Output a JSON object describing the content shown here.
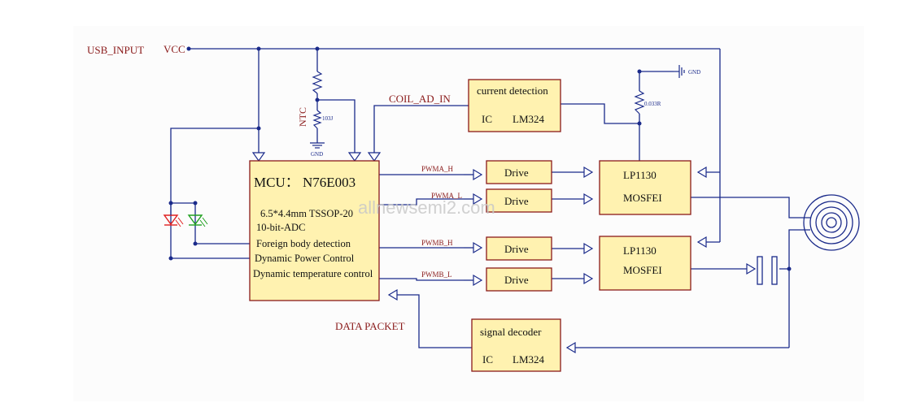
{
  "colors": {
    "wire": "#1a2a8a",
    "label": "#8a1a1a",
    "block_fill": "#fff2b0",
    "block_stroke": "#8a1a1a",
    "panel": "#fcfcfc",
    "led_red": "#e02020",
    "led_green": "#20a020",
    "watermark": "#c8c8c8"
  },
  "labels": {
    "usb_input": "USB_INPUT",
    "vcc": "VCC",
    "ntc": "NTC",
    "ntc_value": "103J",
    "gnd_ntc": "GND",
    "gnd_top": "GND",
    "shunt_value": "0.033R",
    "coil_ad_in": "COIL_AD_IN",
    "pwma_h": "PWMA_H",
    "pwma_l": "PWMA_L",
    "pwmb_h": "PWMB_H",
    "pwmb_l": "PWMB_L",
    "data_packet": "DATA PACKET",
    "watermark": "allnewsemi2.com"
  },
  "mcu": {
    "title": "MCU： N76E003",
    "package": "6.5*4.4mm  TSSOP-20",
    "adc": "10-bit-ADC",
    "functions": [
      "Foreign body detection",
      "Dynamic Power Control",
      "Dynamic temperature control"
    ]
  },
  "current_detection": {
    "title": "current detection",
    "ic_label": "IC",
    "part": "LM324"
  },
  "signal_decoder": {
    "title": "signal decoder",
    "ic_label": "IC",
    "part": "LM324"
  },
  "drives": [
    "Drive",
    "Drive",
    "Drive",
    "Drive"
  ],
  "mosfets": [
    {
      "part": "LP1130",
      "type": "MOSFEI"
    },
    {
      "part": "LP1130",
      "type": "MOSFEI"
    }
  ]
}
